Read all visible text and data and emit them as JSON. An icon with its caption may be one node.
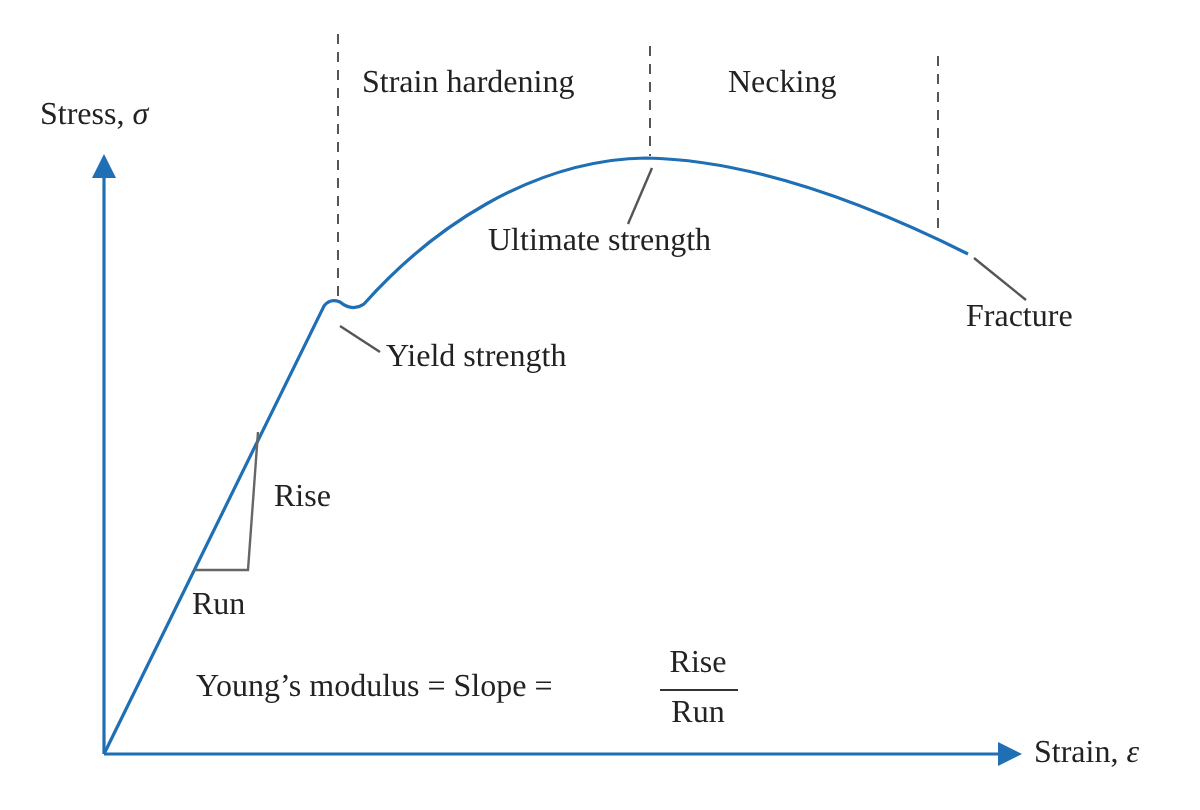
{
  "diagram": {
    "nodes": [
      {
        "text": [
          "Ultimate strength"
        ]
      },
      {
        "text": [
          "Yield strength"
        ]
      },
      {
        "text": [
          "Fracture"
        ]
      }
    ],
    "edges": [
      {
        "from": 0,
        "to": null,
        "arrow": "none"
      },
      {
        "from": 1,
        "to": null,
        "arrow": "none"
      },
      {
        "from": 2,
        "to": null,
        "arrow": "none"
      }
    ],
    "labels": [
      "Stress, *σ*",
      "Strain hardening",
      "Necking",
      "Rise",
      "Run",
      "Young’s modulus = Slope =",
      "Rise",
      "Run",
      "Strain, *ε*"
    ]
  }
}
